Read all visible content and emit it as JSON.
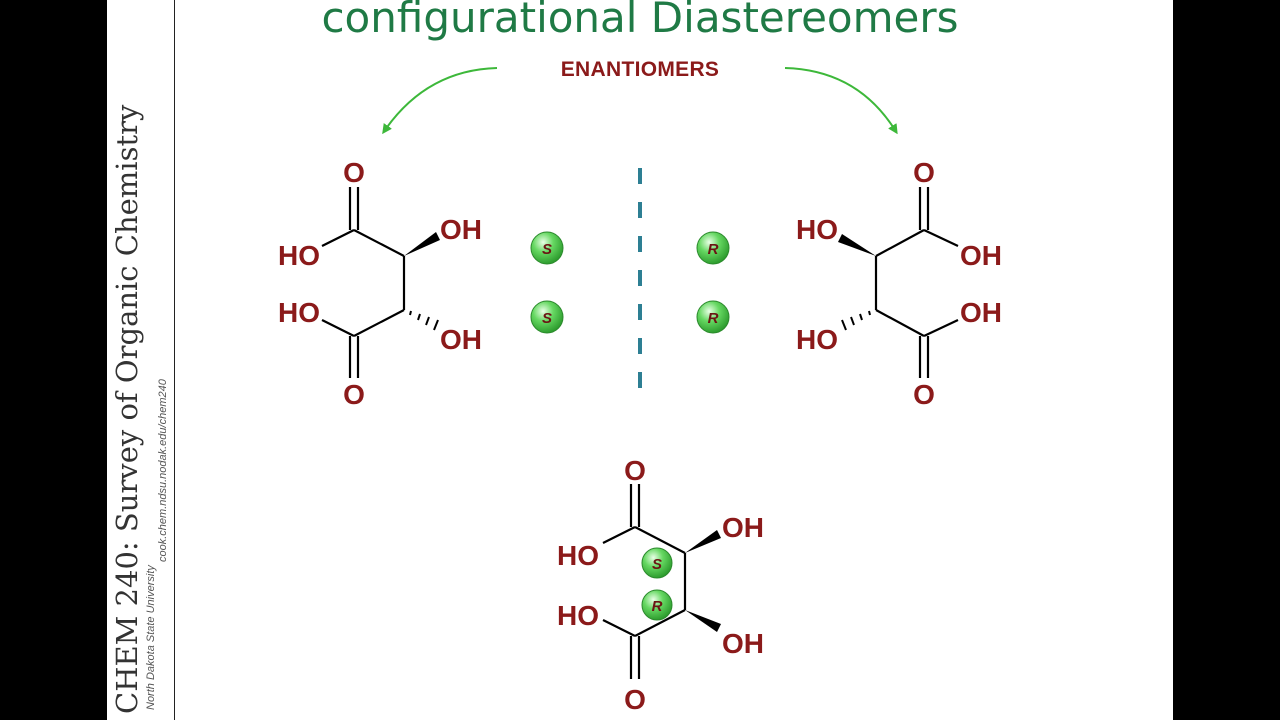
{
  "slide": {
    "title": "configurational Diastereomers",
    "relation_label": "ENANTIOMERS",
    "sidebar": {
      "course": "CHEM 240: Survey of Organic Chemistry",
      "university": "North Dakota State University",
      "url": "cook.chem.ndsu.nodak.edu/chem240"
    }
  },
  "molecules": {
    "left": {
      "top_o": "O",
      "top_oh_acid": "HO",
      "top_oh": "OH",
      "bottom_oh_acid": "HO",
      "bottom_oh": "OH",
      "bottom_o": "O",
      "top_descriptor": "S",
      "bottom_descriptor": "S"
    },
    "right": {
      "top_o": "O",
      "top_ho": "HO",
      "top_oh_acid": "OH",
      "bottom_ho": "HO",
      "bottom_oh_acid": "OH",
      "bottom_o": "O",
      "top_descriptor": "R",
      "bottom_descriptor": "R"
    },
    "meso": {
      "top_o": "O",
      "top_oh_acid": "HO",
      "top_oh": "OH",
      "bottom_oh_acid": "HO",
      "bottom_oh": "OH",
      "bottom_o": "O",
      "top_descriptor": "S",
      "bottom_descriptor": "R"
    }
  },
  "colors": {
    "atom_label": "#8b1a1a",
    "title": "#1f7a45",
    "arrow": "#3db83a",
    "mirror_plane": "#2d7f93",
    "descriptor_ball": "#5fd45a"
  }
}
